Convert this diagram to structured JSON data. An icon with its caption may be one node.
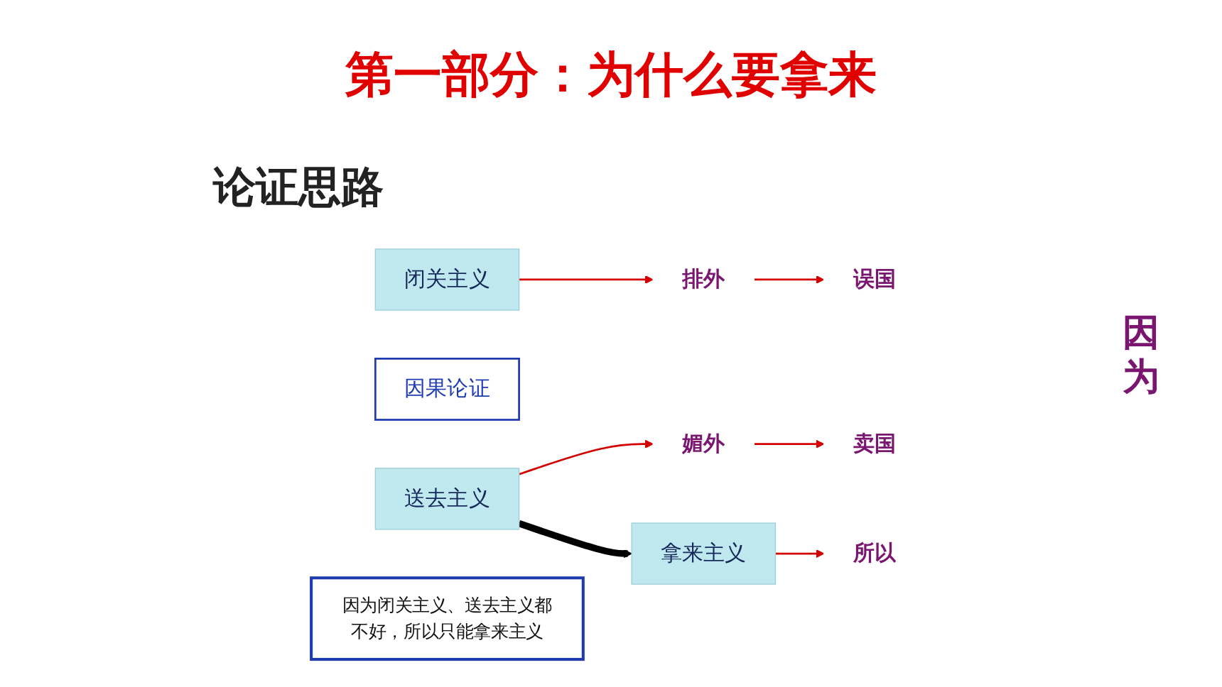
{
  "diagram": {
    "title": "第一部分：为什么要拿来",
    "nodes": [
      {
        "text": [
          "闭关主义"
        ]
      },
      {
        "text": [
          "排外"
        ]
      },
      {
        "text": [
          "误国"
        ]
      },
      {
        "text": [
          "因果论证"
        ]
      },
      {
        "text": [
          "送去主义"
        ]
      },
      {
        "text": [
          "媚外"
        ]
      },
      {
        "text": [
          "卖国"
        ]
      },
      {
        "text": [
          "拿来主义"
        ]
      },
      {
        "text": [
          "所以"
        ]
      },
      {
        "text": [
          "因为闭关主义、送去主义都不好，所以只能拿来主义"
        ]
      }
    ],
    "edges": [
      {
        "from": 0,
        "to": 1,
        "arrow": "to"
      },
      {
        "from": 1,
        "to": 2,
        "arrow": "to"
      },
      {
        "from": 4,
        "to": 5,
        "arrow": "to"
      },
      {
        "from": 5,
        "to": 6,
        "arrow": "to"
      },
      {
        "from": 4,
        "to": 7,
        "arrow": "to",
        "style": "thick",
        "color": "#000000"
      },
      {
        "from": 7,
        "to": 8,
        "arrow": "to"
      }
    ],
    "labels": [
      "论证思路",
      "因为"
    ]
  }
}
